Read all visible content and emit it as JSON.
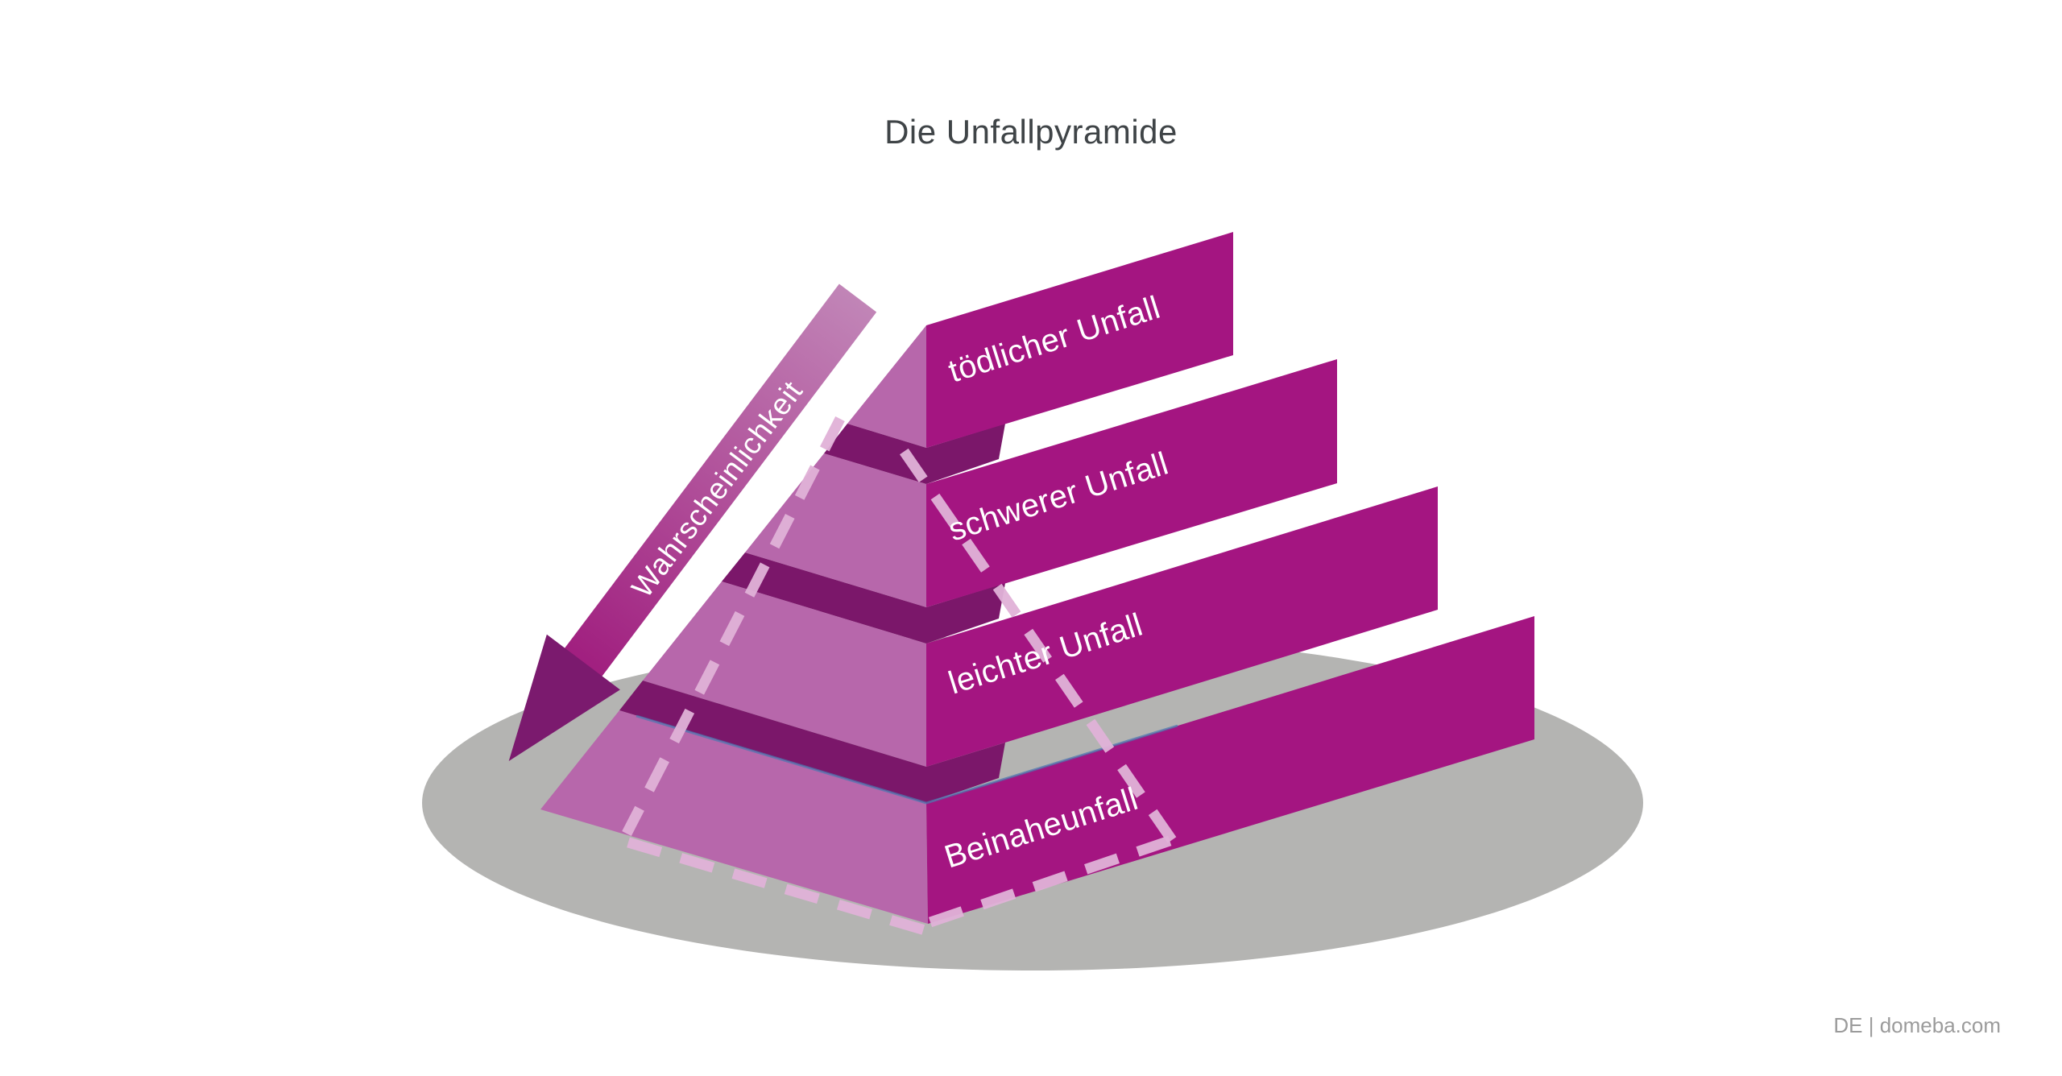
{
  "title": "Die Unfallpyramide",
  "footer": "DE | domeba.com",
  "arrow": {
    "label": "Wahrscheinlichkeit"
  },
  "pyramid": {
    "layers": [
      {
        "label": "tödlicher Unfall"
      },
      {
        "label": "schwerer Unfall"
      },
      {
        "label": "leichter Unfall"
      },
      {
        "label": "Beinaheunfall"
      }
    ]
  },
  "colors": {
    "banner": "#a41581",
    "left_face": "#b767ab",
    "dark": "#7b176a",
    "shadow": "#b4b4b2",
    "dash": "#e1b2d8",
    "arrow_light": "#c185b7",
    "arrow_dark": "#a01d7e",
    "arrow_head": "#7b1a6e",
    "accent_blue": "#4a78b0",
    "title_text": "#3f4447",
    "footer_text": "#9b9b9b"
  }
}
